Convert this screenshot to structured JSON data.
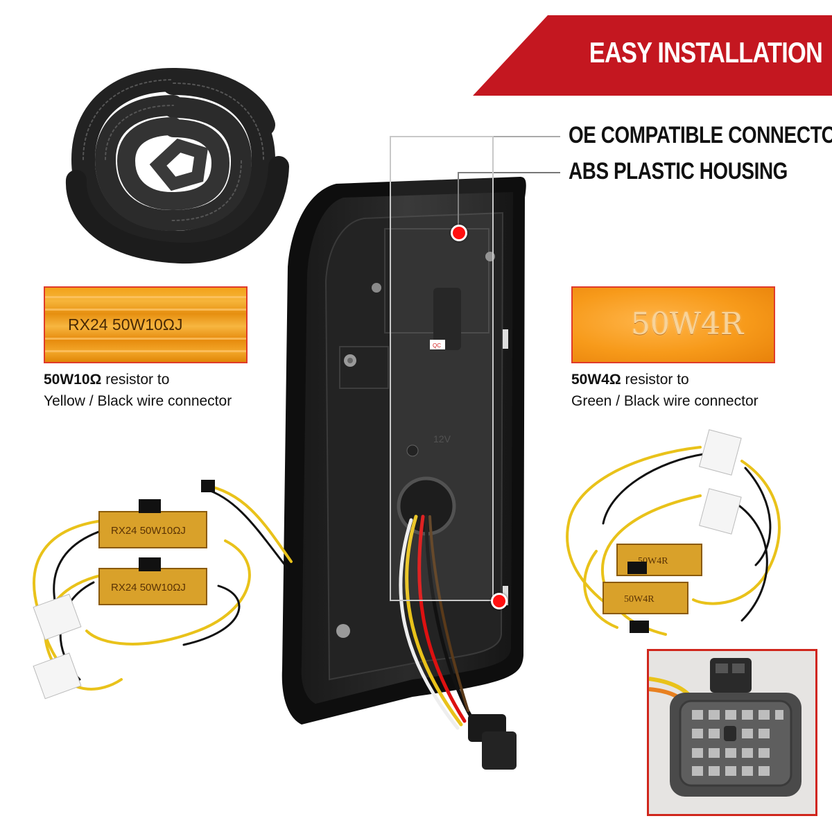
{
  "banner": {
    "title": "EASY INSTALLATION",
    "color": "#c41720"
  },
  "callouts": {
    "connector": "OE COMPATIBLE CONNECTOR",
    "housing": "ABS PLASTIC HOUSING"
  },
  "resistors": {
    "left": {
      "label": "RX24 50W10ΩJ",
      "spec": "50W10Ω",
      "desc_line1": " resistor to",
      "desc_line2": "Yellow / Black wire connector"
    },
    "right": {
      "label": "50W4R",
      "spec": "50W4Ω",
      "desc_line1": " resistor to",
      "desc_line2": "Green / Black wire connector"
    }
  },
  "harness": {
    "left_labels": [
      "RX24 50W10ΩJ",
      "RX24 50W10ΩJ"
    ],
    "right_labels": [
      "50W4R",
      "50W4R"
    ]
  },
  "lamp": {
    "qc_label": "QC",
    "molded_text": "12V"
  },
  "accent_color": "#d0261c"
}
